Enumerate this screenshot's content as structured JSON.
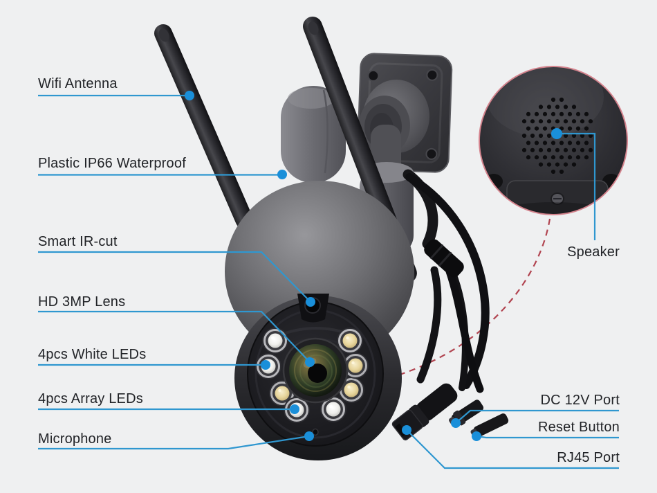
{
  "diagram": {
    "colors": {
      "bg": "#eff0f1",
      "line": "#2f97d0",
      "dot": "#1a8fd9",
      "dash": "#b14450",
      "ring": "#d4838d",
      "text": "#212327"
    }
  },
  "callouts": {
    "wifi_antenna": {
      "label": "Wifi Antenna"
    },
    "waterproof": {
      "label": "Plastic IP66 Waterproof"
    },
    "ir_cut": {
      "label": "Smart IR-cut"
    },
    "lens": {
      "label": "HD 3MP Lens"
    },
    "white_leds": {
      "label": "4pcs White LEDs"
    },
    "array_leds": {
      "label": "4pcs Array LEDs"
    },
    "microphone": {
      "label": "Microphone"
    },
    "speaker": {
      "label": "Speaker"
    },
    "dc_port": {
      "label": "DC 12V Port"
    },
    "reset_button": {
      "label": "Reset Button"
    },
    "rj45_port": {
      "label": "RJ45 Port"
    }
  }
}
